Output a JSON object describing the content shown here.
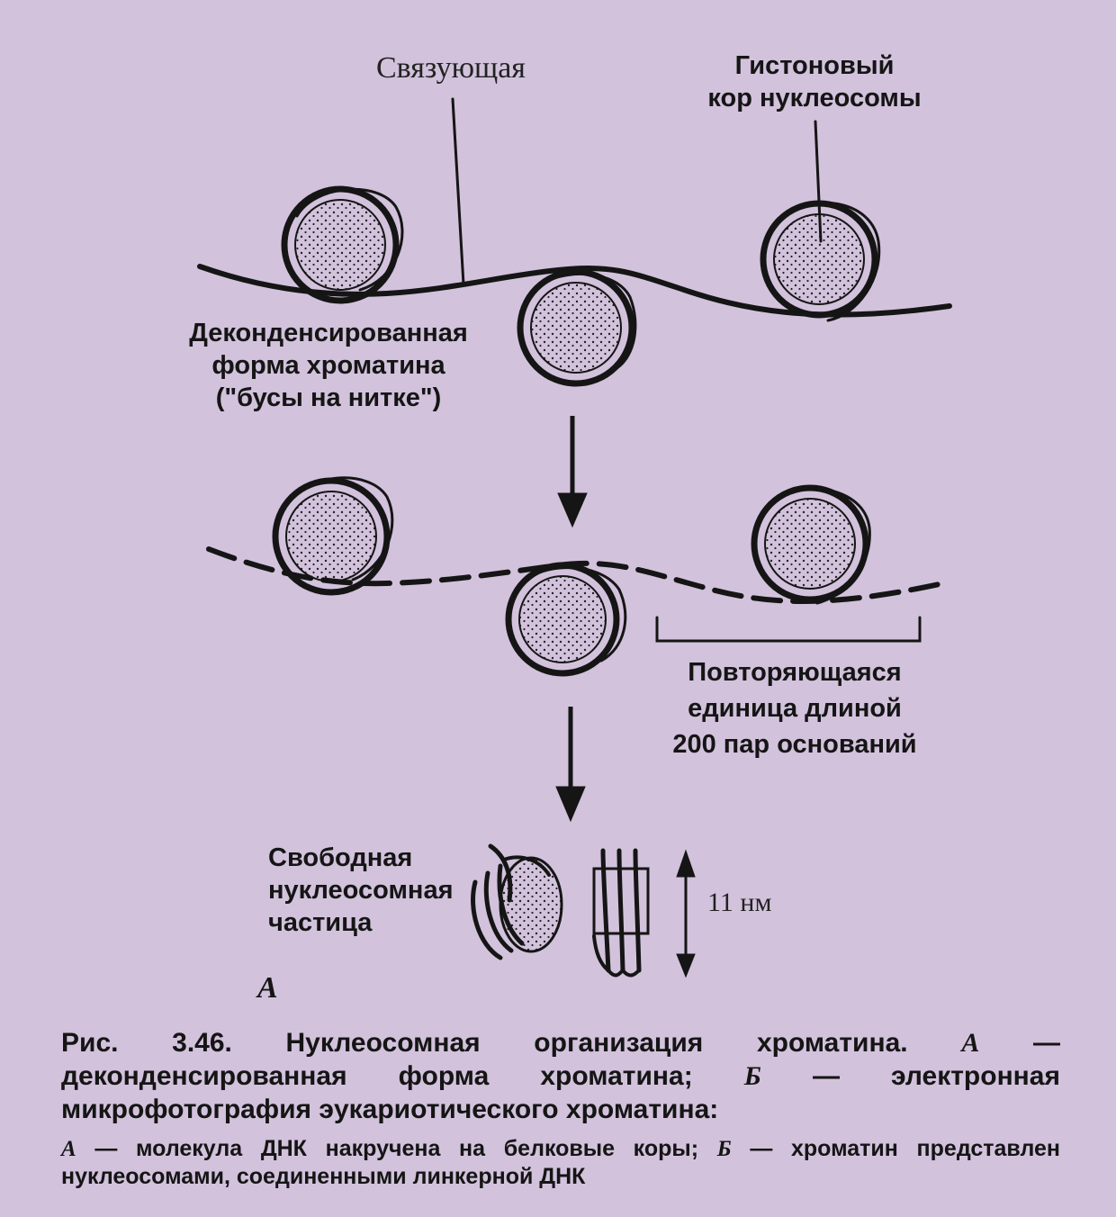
{
  "labels": {
    "linker": "Связующая",
    "core_1": "Гистоновый",
    "core_2": "кор нуклеосомы",
    "decond_1": "Деконденсированная",
    "decond_2": "форма хроматина",
    "decond_3": "(\"бусы на нитке\")",
    "repeat_1": "Повторяющаяся",
    "repeat_2": "единица длиной",
    "repeat_3": "200 пар оснований",
    "free_1": "Свободная",
    "free_2": "нуклеосомная",
    "free_3": "частица",
    "size": "11 нм",
    "panel": "А"
  },
  "caption": {
    "prefix": "Рис. 3.46. Нуклеосомная организация хроматина.",
    "a_letter": "А",
    "a_text": "— деконденсированная форма хроматина;",
    "b_letter": "Б",
    "b_text": "— электронная микрофотография эукариотического хроматина:",
    "note_a_letter": "А",
    "note_a_text": "— молекула ДНК накручена на белковые коры;",
    "note_b_letter": "Б",
    "note_b_text": "— хроматин представлен нуклеосомами, соединенными линкерной ДНК"
  },
  "colors": {
    "background": "#d2c2dc",
    "ink": "#151515"
  }
}
